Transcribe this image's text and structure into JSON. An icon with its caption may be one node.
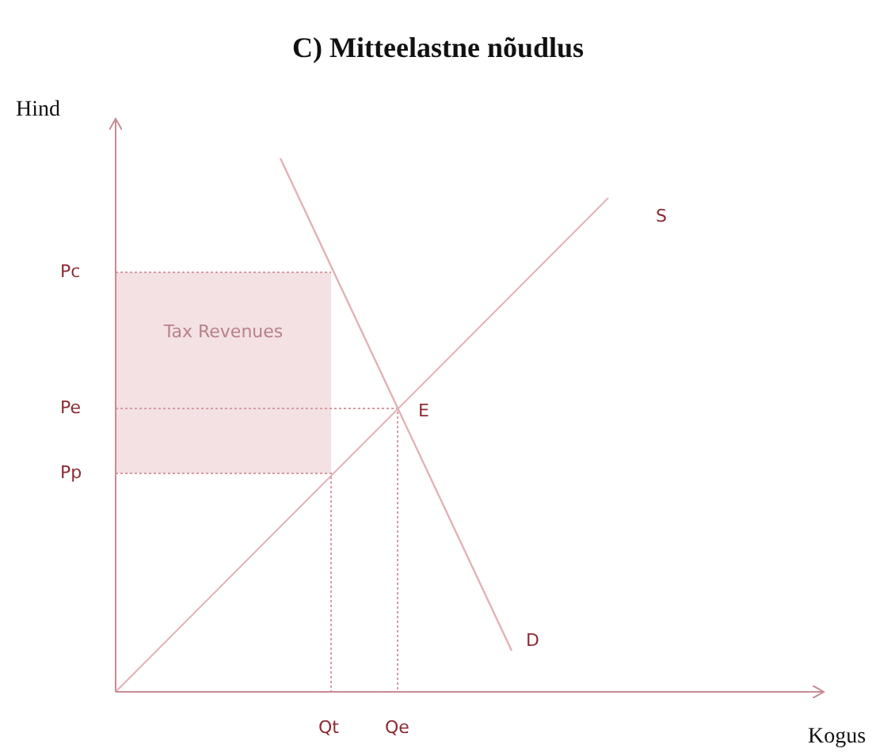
{
  "diagram": {
    "title": "C) Mitteelastne nõudlus",
    "nodes": [
      {
        "text": [
          "Tax Revenues"
        ]
      }
    ],
    "labels": [
      "Hind",
      "S",
      "Pc",
      "Pe",
      "E",
      "Pp",
      "D",
      "Qt",
      "Qe",
      "Kogus"
    ]
  }
}
